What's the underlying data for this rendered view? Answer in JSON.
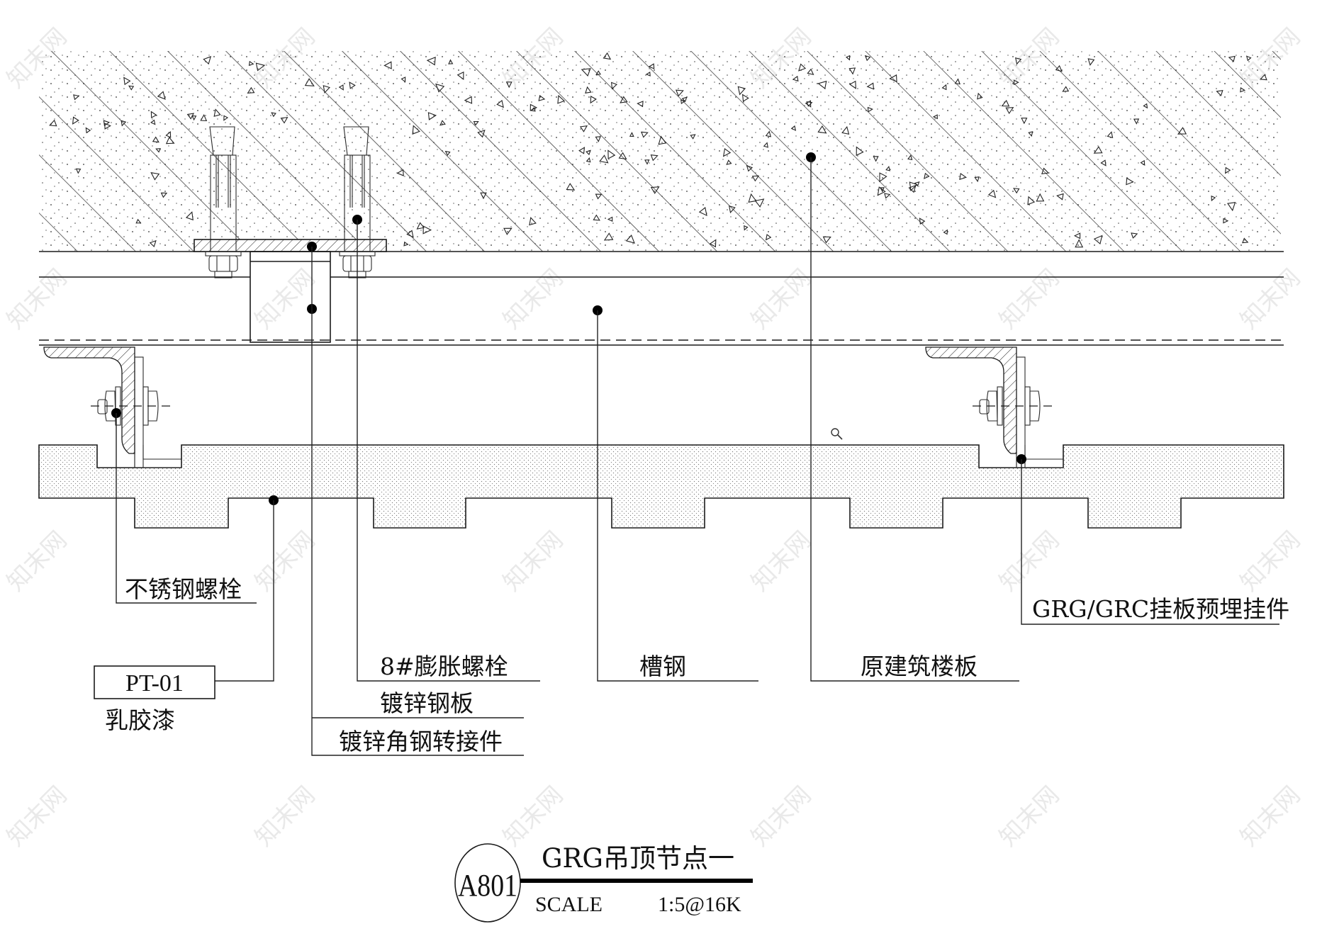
{
  "drawing": {
    "title": "GRG吊顶节点一",
    "detail_number": "A801",
    "scale_label": "SCALE",
    "scale_value": "1:5@16K"
  },
  "callouts": [
    {
      "id": "stainless-bolt",
      "label": "不锈钢螺栓"
    },
    {
      "id": "paint-code",
      "label": "PT-01",
      "sublabel": "乳胶漆"
    },
    {
      "id": "expansion-bolt",
      "label": "8#膨胀螺栓"
    },
    {
      "id": "galvanized-plate",
      "label": "镀锌钢板"
    },
    {
      "id": "angle-adapter",
      "label": "镀锌角钢转接件"
    },
    {
      "id": "channel-steel",
      "label": "槽钢"
    },
    {
      "id": "floor-slab",
      "label": "原建筑楼板"
    },
    {
      "id": "embedded-hanger",
      "label": "GRG/GRC挂板预埋挂件"
    }
  ],
  "watermark": {
    "text": "知末网"
  },
  "colors": {
    "line": "#1a1a1a",
    "background": "#ffffff",
    "watermark": "#e9e9e9"
  }
}
